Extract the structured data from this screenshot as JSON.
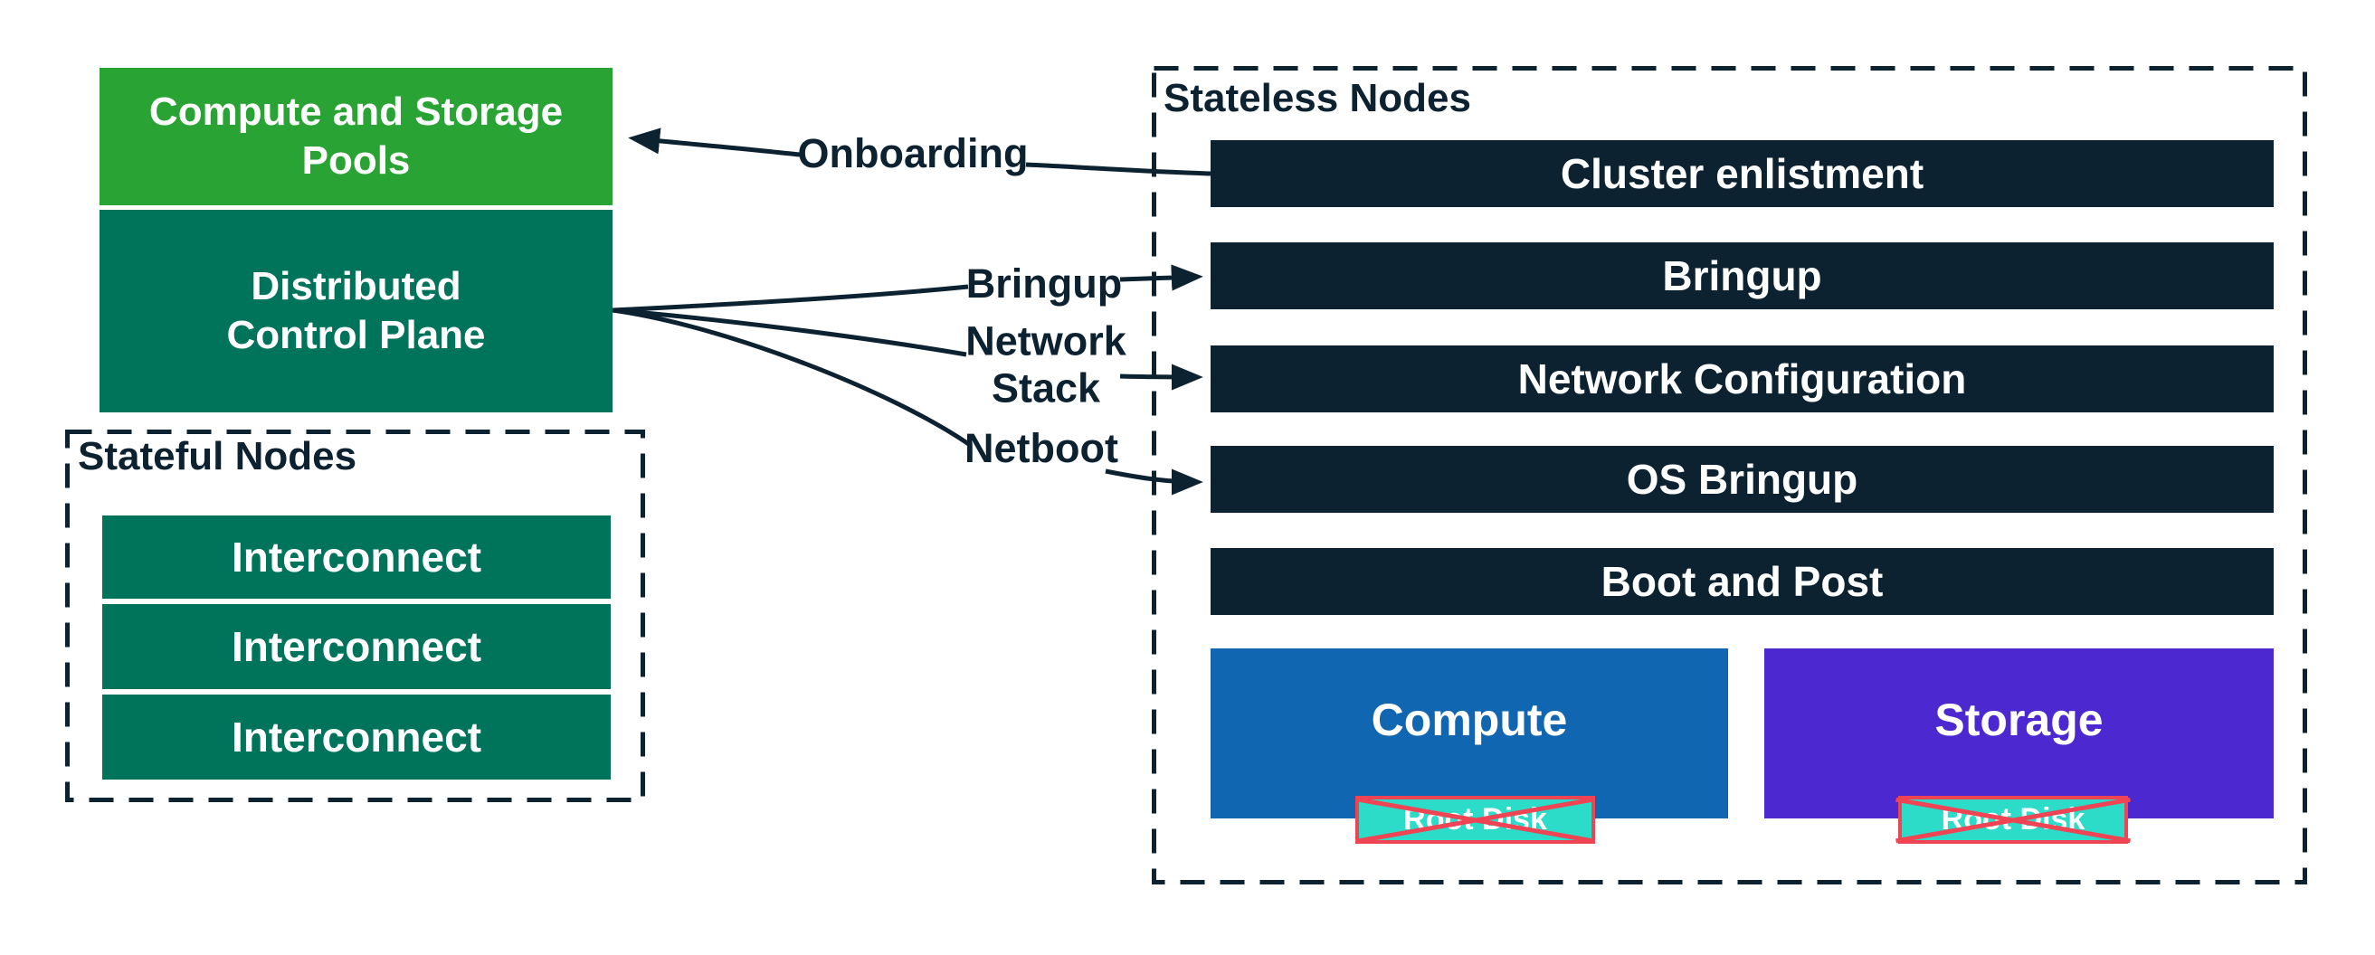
{
  "colors": {
    "navy": "#0c2231",
    "green": "#29a434",
    "teal": "#00745b",
    "blue": "#1166b2",
    "purple": "#4b28d0",
    "cyan": "#2cdcc8",
    "red": "#ee4454",
    "white": "#ffffff"
  },
  "left_column": {
    "pools": {
      "line1": "Compute and Storage",
      "line2": "Pools"
    },
    "control_plane": {
      "line1": "Distributed",
      "line2": "Control Plane"
    }
  },
  "stateful": {
    "title": "Stateful Nodes",
    "items": [
      "Interconnect",
      "Interconnect",
      "Interconnect"
    ]
  },
  "stateless": {
    "title": "Stateless Nodes",
    "bars": [
      "Cluster enlistment",
      "Bringup",
      "Network Configuration",
      "OS Bringup",
      "Boot and Post"
    ],
    "compute": {
      "label": "Compute",
      "badge": "Root Disk"
    },
    "storage": {
      "label": "Storage",
      "badge": "Root Disk"
    }
  },
  "connectors": {
    "onboarding": "Onboarding",
    "bringup": "Bringup",
    "network_stack": {
      "line1": "Network",
      "line2": "Stack"
    },
    "netboot": "Netboot"
  }
}
